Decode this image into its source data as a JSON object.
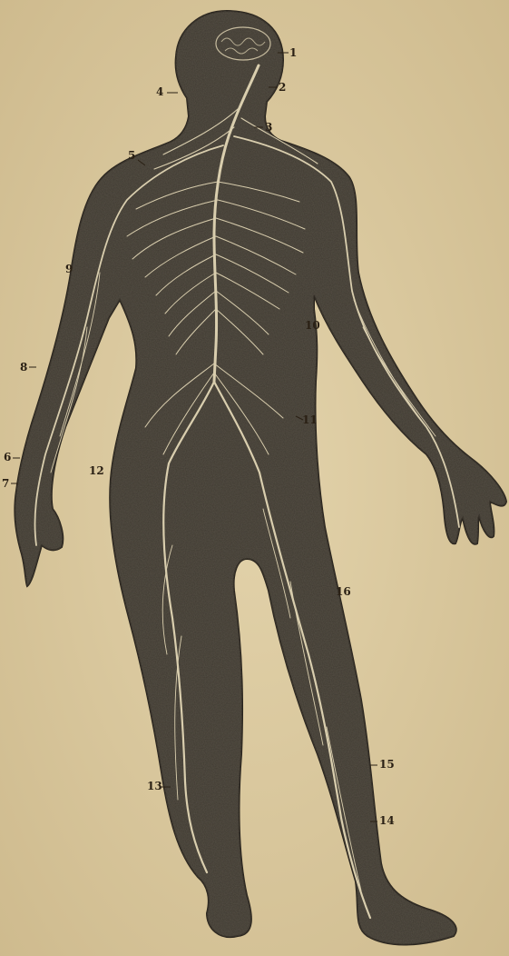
{
  "plate": {
    "colors": {
      "paper": "#dccba2",
      "paper_shade": "#cdb98c",
      "body_fill": "#3f3a31",
      "body_edge": "#2a251e",
      "nerve": "#e6dab8",
      "label_ink": "#2a2014"
    },
    "labels": {
      "l1": "1",
      "l2": "2",
      "l3": "3",
      "l4": "4",
      "l5": "5",
      "l6": "6",
      "l7": "7",
      "l8": "8",
      "l9": "9",
      "l10": "10",
      "l11": "11",
      "l12": "12",
      "l13": "13",
      "l14": "14",
      "l15": "15",
      "l16": "16"
    }
  }
}
